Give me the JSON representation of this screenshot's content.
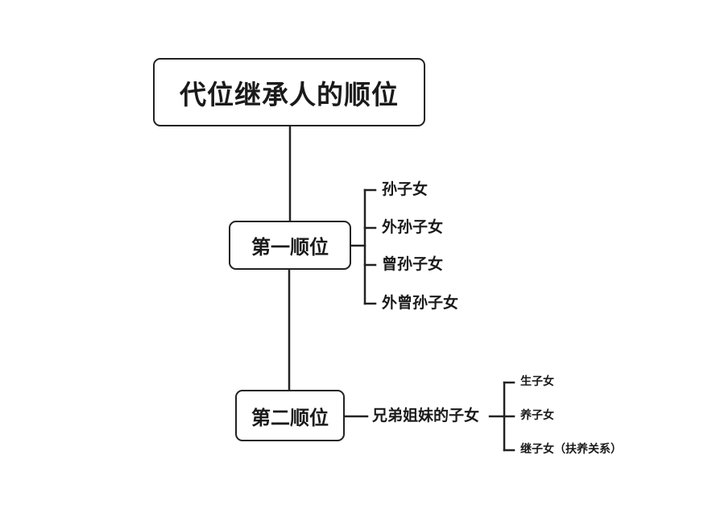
{
  "root": {
    "title": "代位继承人的顺位"
  },
  "first_order": {
    "label": "第一顺位",
    "items": [
      "孙子女",
      "外孙子女",
      "曾孙子女",
      "外曾孙子女"
    ]
  },
  "second_order": {
    "label": "第二顺位",
    "branch_label": "兄弟姐妹的子女",
    "items": [
      "生子女",
      "养子女",
      "继子女（扶养关系）"
    ]
  }
}
